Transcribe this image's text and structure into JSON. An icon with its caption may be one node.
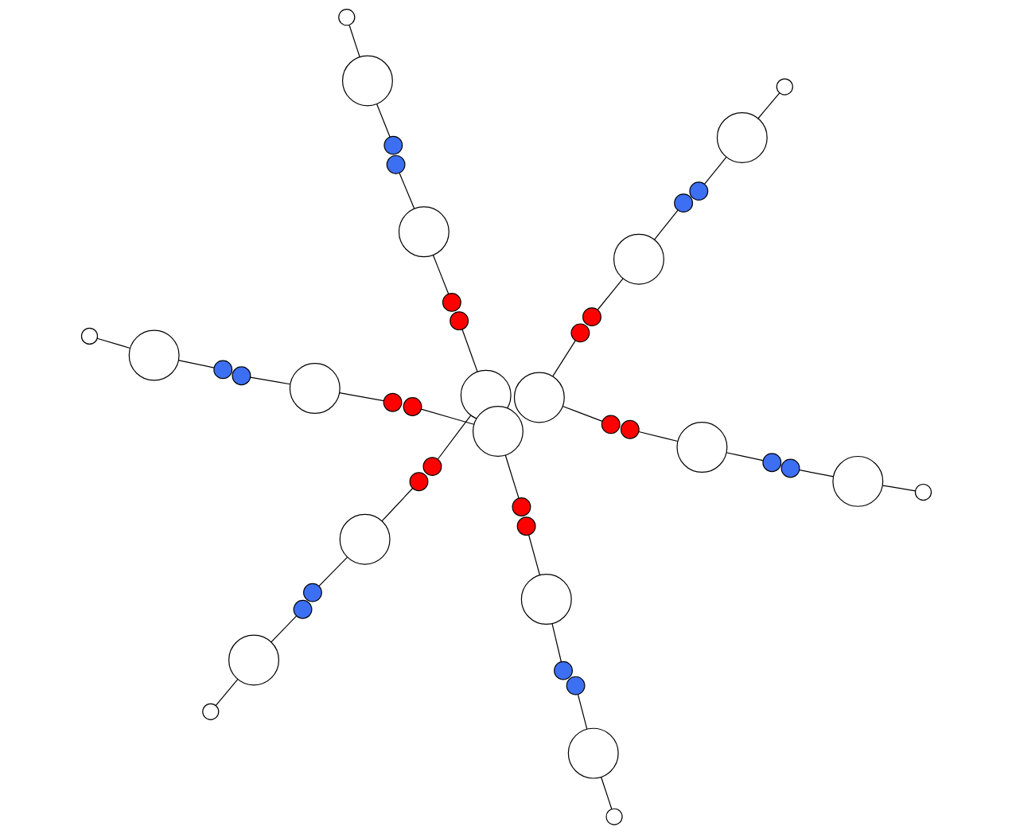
{
  "diagram": {
    "nodes": [
      {
        "text": [],
        "shape": "circle"
      },
      {
        "text": [],
        "shape": "circle"
      },
      {
        "text": [],
        "shape": "circle"
      },
      {
        "text": [],
        "shape": "circle"
      },
      {
        "text": [],
        "shape": "circle"
      },
      {
        "text": [],
        "shape": "circle"
      },
      {
        "text": [],
        "shape": "circle"
      },
      {
        "text": [],
        "shape": "circle"
      },
      {
        "text": [],
        "shape": "circle"
      },
      {
        "text": [],
        "shape": "circle"
      },
      {
        "text": [],
        "shape": "circle"
      },
      {
        "text": [],
        "shape": "circle"
      },
      {
        "text": [],
        "shape": "circle"
      },
      {
        "text": [],
        "shape": "circle"
      },
      {
        "text": [],
        "shape": "circle"
      },
      {
        "text": [],
        "shape": "circle"
      },
      {
        "text": [],
        "shape": "circle"
      },
      {
        "text": [],
        "shape": "circle"
      },
      {
        "text": [],
        "shape": "circle"
      },
      {
        "text": [],
        "shape": "circle"
      },
      {
        "text": [],
        "shape": "circle"
      },
      {
        "text": [],
        "shape": "circle"
      },
      {
        "text": [],
        "shape": "circle"
      },
      {
        "text": [],
        "shape": "circle"
      },
      {
        "text": [],
        "shape": "circle"
      },
      {
        "text": [],
        "shape": "circle"
      },
      {
        "text": [],
        "shape": "circle"
      },
      {
        "text": [],
        "shape": "circle"
      },
      {
        "text": [],
        "shape": "circle"
      },
      {
        "text": [],
        "shape": "circle"
      },
      {
        "text": [],
        "shape": "circle"
      },
      {
        "text": [],
        "shape": "circle"
      },
      {
        "text": [],
        "shape": "circle"
      },
      {
        "text": [],
        "shape": "circle"
      },
      {
        "text": [],
        "shape": "circle"
      },
      {
        "text": [],
        "shape": "circle"
      },
      {
        "text": [],
        "shape": "circle"
      },
      {
        "text": [],
        "shape": "circle"
      },
      {
        "text": [],
        "shape": "circle"
      },
      {
        "text": [],
        "shape": "circle"
      },
      {
        "text": [],
        "shape": "circle"
      },
      {
        "text": [],
        "shape": "circle"
      },
      {
        "text": [],
        "shape": "circle"
      },
      {
        "text": [],
        "shape": "circle"
      },
      {
        "text": [],
        "shape": "circle"
      }
    ],
    "edges": [
      {
        "from": 0,
        "to": 3,
        "arrow": "none"
      },
      {
        "from": 4,
        "to": 5,
        "arrow": "none"
      },
      {
        "from": 5,
        "to": 6,
        "arrow": "none"
      },
      {
        "from": 7,
        "to": 8,
        "arrow": "none"
      },
      {
        "from": 8,
        "to": 9,
        "arrow": "none"
      },
      {
        "from": 1,
        "to": 10,
        "arrow": "none"
      },
      {
        "from": 11,
        "to": 12,
        "arrow": "none"
      },
      {
        "from": 12,
        "to": 13,
        "arrow": "none"
      },
      {
        "from": 14,
        "to": 15,
        "arrow": "none"
      },
      {
        "from": 15,
        "to": 16,
        "arrow": "none"
      },
      {
        "from": 1,
        "to": 17,
        "arrow": "none"
      },
      {
        "from": 18,
        "to": 19,
        "arrow": "none"
      },
      {
        "from": 19,
        "to": 20,
        "arrow": "none"
      },
      {
        "from": 21,
        "to": 22,
        "arrow": "none"
      },
      {
        "from": 22,
        "to": 23,
        "arrow": "none"
      },
      {
        "from": 2,
        "to": 24,
        "arrow": "none"
      },
      {
        "from": 25,
        "to": 26,
        "arrow": "none"
      },
      {
        "from": 26,
        "to": 27,
        "arrow": "none"
      },
      {
        "from": 28,
        "to": 29,
        "arrow": "none"
      },
      {
        "from": 29,
        "to": 30,
        "arrow": "none"
      },
      {
        "from": 2,
        "to": 31,
        "arrow": "none"
      },
      {
        "from": 32,
        "to": 33,
        "arrow": "none"
      },
      {
        "from": 33,
        "to": 34,
        "arrow": "none"
      },
      {
        "from": 35,
        "to": 36,
        "arrow": "none"
      },
      {
        "from": 36,
        "to": 37,
        "arrow": "none"
      },
      {
        "from": 0,
        "to": 38,
        "arrow": "none"
      },
      {
        "from": 39,
        "to": 40,
        "arrow": "none"
      },
      {
        "from": 40,
        "to": 41,
        "arrow": "none"
      },
      {
        "from": 42,
        "to": 43,
        "arrow": "none"
      },
      {
        "from": 43,
        "to": 44,
        "arrow": "none"
      }
    ]
  }
}
